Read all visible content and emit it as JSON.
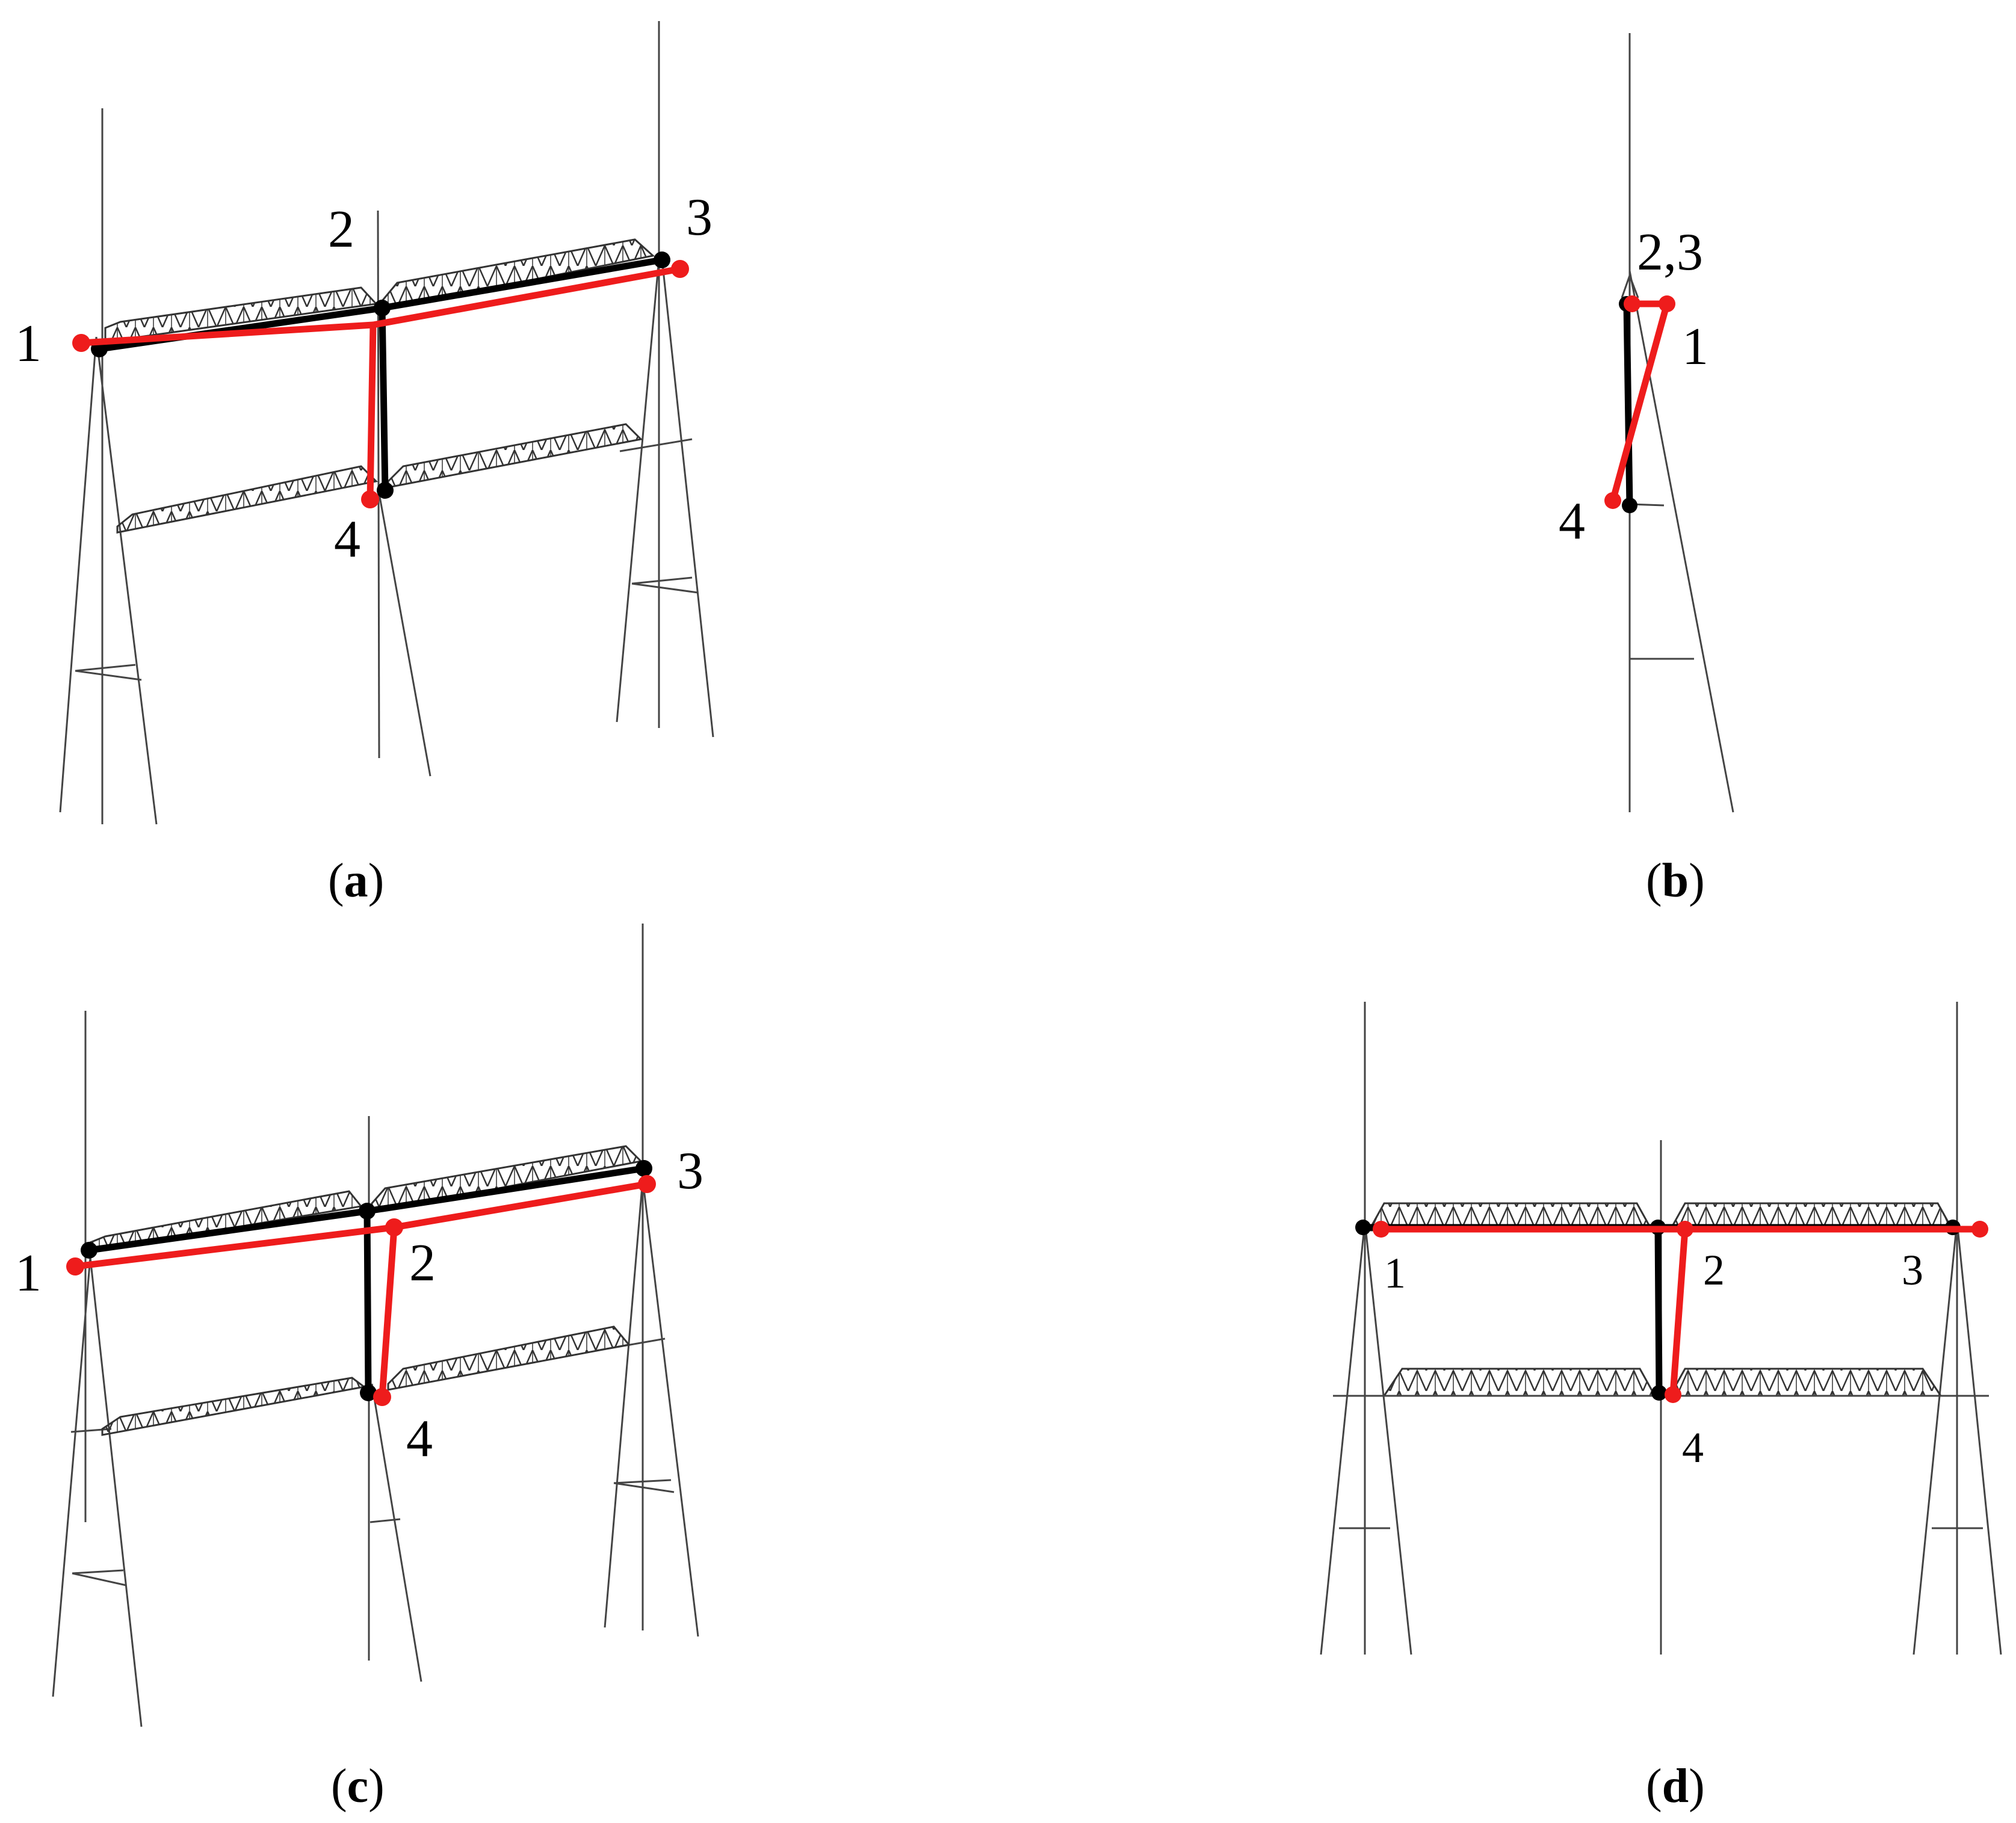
{
  "panels": [
    {
      "id": "a",
      "caption_letter": "a",
      "labels": [
        "1",
        "2",
        "3",
        "4"
      ]
    },
    {
      "id": "b",
      "caption_letter": "b",
      "labels": [
        "2,3",
        "1",
        "4"
      ]
    },
    {
      "id": "c",
      "caption_letter": "c",
      "labels": [
        "1",
        "2",
        "3",
        "4"
      ]
    },
    {
      "id": "d",
      "caption_letter": "d",
      "labels": [
        "1",
        "2",
        "3",
        "4"
      ]
    }
  ],
  "colors": {
    "original_shape": "#000000",
    "deformed_shape": "#ee1c1c",
    "structure_wireframe": "#555555"
  }
}
